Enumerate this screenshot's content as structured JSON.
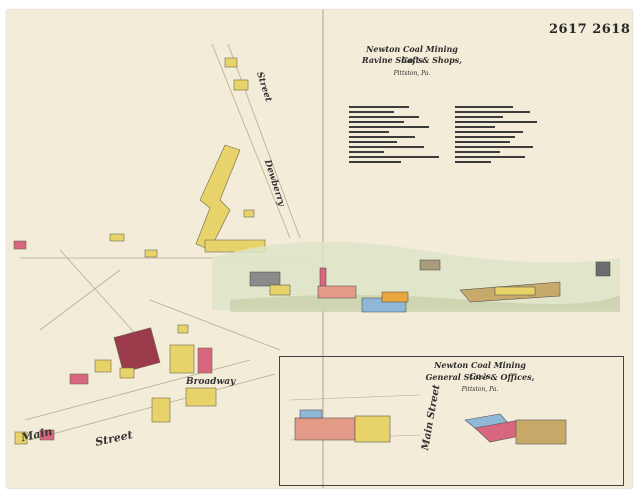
{
  "sheet_number": "2617 2618",
  "main_title": {
    "line1": "Newton Coal Mining Co.'s",
    "line2": "Ravine Shaft & Shops,",
    "place": "Pittston, Pa."
  },
  "inset_title": {
    "line1": "Newton Coal Mining Co.'s",
    "line2": "General Store & Offices,",
    "place": "Pittston, Pa."
  },
  "streets": {
    "street_top": "Street",
    "dewberry": "Dewberry",
    "broadway": "Broadway",
    "main": "Main",
    "street_bottom": "Street",
    "main_street": "Main Street"
  },
  "colors": {
    "frame_brick": "#d9667f",
    "frame_wood": "#e8d36a",
    "brick": "#e39a86",
    "stone": "#8fb8d6",
    "paper": "#f3ecd9",
    "ink": "#3a3a3a"
  }
}
